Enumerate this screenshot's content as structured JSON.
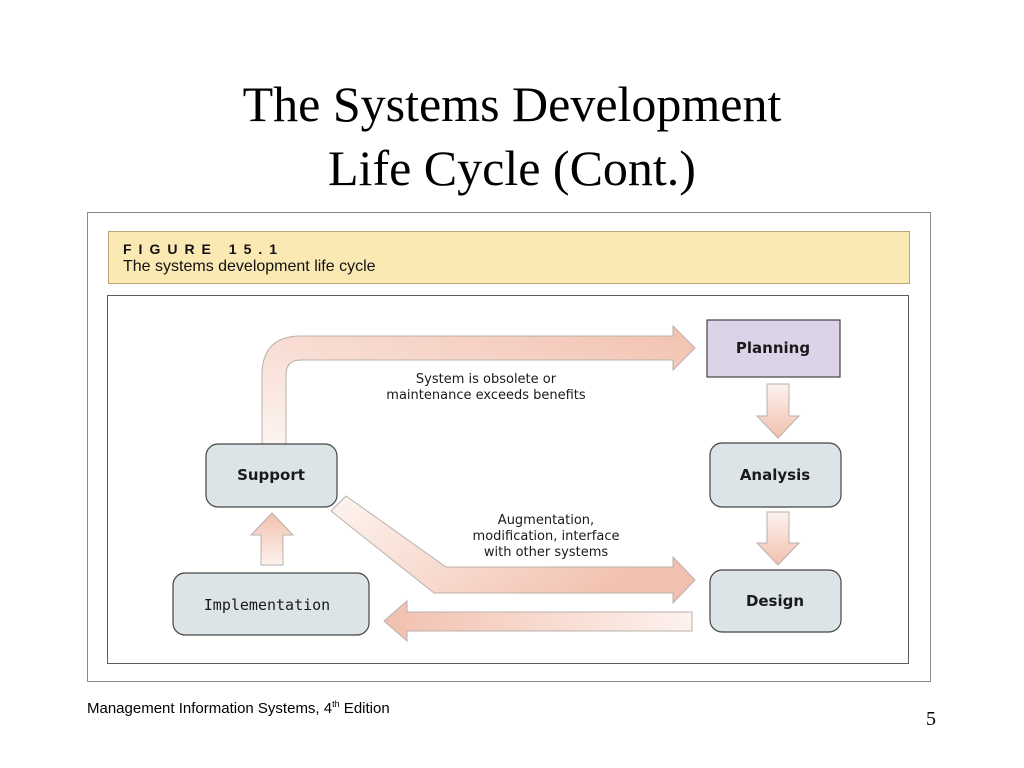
{
  "slide": {
    "title_line1": "The Systems Development",
    "title_line2": "Life Cycle (Cont.)"
  },
  "figure": {
    "number": "FIGURE 15.1",
    "caption": "The systems development life cycle"
  },
  "phases": {
    "planning": "Planning",
    "analysis": "Analysis",
    "design": "Design",
    "implementation": "Implementation",
    "support": "Support"
  },
  "notes": {
    "obsolete_line1": "System is obsolete or",
    "obsolete_line2": "maintenance exceeds benefits",
    "augment_line1": "Augmentation,",
    "augment_line2": "modification, interface",
    "augment_line3": "with other systems"
  },
  "footer": {
    "book_title": "Management Information Systems, 4",
    "edition_sup": "th",
    "edition_word": " Edition",
    "page_number": "5"
  },
  "colors": {
    "caption_bg": "#fbe9b4",
    "planning_fill": "#ddd3e8",
    "phase_fill": "#dde4e8",
    "arrow_fill": "#f2c2b2"
  }
}
